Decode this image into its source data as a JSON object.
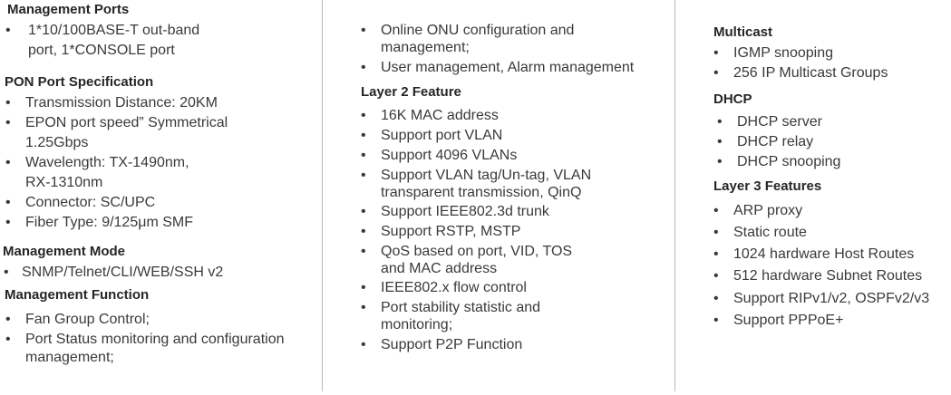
{
  "col1": {
    "management_ports": {
      "heading": "Management Ports",
      "items": [
        {
          "line1": "1*10/100BASE-T out-band",
          "line2": "port,  1*CONSOLE port"
        }
      ]
    },
    "pon_port": {
      "heading": "PON  Port  Specification",
      "items": [
        {
          "line1": "Transmission Distance: 20KM"
        },
        {
          "line1": "EPON port speed” Symmetrical",
          "line2": "1.25Gbps"
        },
        {
          "line1": "Wavelength: TX-1490nm,",
          "line2": "RX-1310nm"
        },
        {
          "line1": "Connector: SC/UPC"
        },
        {
          "line1": "Fiber Type: 9/125μm SMF"
        }
      ]
    },
    "management_mode": {
      "heading": "Management Mode",
      "items": [
        {
          "line1": "SNMP/Telnet/CLI/WEB/SSH v2"
        }
      ]
    },
    "management_function": {
      "heading": "Management Function",
      "items": [
        {
          "line1": "Fan Group Control;"
        },
        {
          "line1": "Port Status monitoring and configuration",
          "line2": "management;"
        }
      ]
    }
  },
  "col2": {
    "continued": {
      "items": [
        {
          "line1": "Online ONU configuration and",
          "line2": "management;"
        },
        {
          "line1": "User management, Alarm management"
        }
      ]
    },
    "layer2": {
      "heading": "Layer 2 Feature",
      "items": [
        {
          "line1": "16K MAC address"
        },
        {
          "line1": "Support port VLAN"
        },
        {
          "line1": "Support 4096 VLANs"
        },
        {
          "line1": "Support VLAN tag/Un-tag, VLAN",
          "line2": "transparent transmission, QinQ"
        },
        {
          "line1": "Support IEEE802.3d trunk"
        },
        {
          "line1": "Support RSTP, MSTP"
        },
        {
          "line1": "QoS based on port, VID, TOS",
          "line2": "and MAC address"
        },
        {
          "line1": "IEEE802.x flow control"
        },
        {
          "line1": "Port stability statistic and",
          "line2": "monitoring;"
        },
        {
          "line1": "Support P2P Function"
        }
      ]
    }
  },
  "col3": {
    "multicast": {
      "heading": "Multicast",
      "items": [
        {
          "line1": "IGMP snooping"
        },
        {
          "line1": "256 IP Multicast Groups"
        }
      ]
    },
    "dhcp": {
      "heading": "DHCP",
      "items": [
        {
          "line1": "DHCP server"
        },
        {
          "line1": "DHCP relay"
        },
        {
          "line1": "DHCP snooping"
        }
      ]
    },
    "layer3": {
      "heading": "Layer 3 Features",
      "items": [
        {
          "line1": "ARP proxy"
        },
        {
          "line1": "Static route"
        },
        {
          "line1": "1024 hardware Host Routes"
        },
        {
          "line1": "512 hardware Subnet Routes"
        },
        {
          "line1": "Support RIPv1/v2,  OSPFv2/v3"
        },
        {
          "line1": "Support PPPoE+"
        }
      ]
    }
  },
  "bullet_char": "•"
}
